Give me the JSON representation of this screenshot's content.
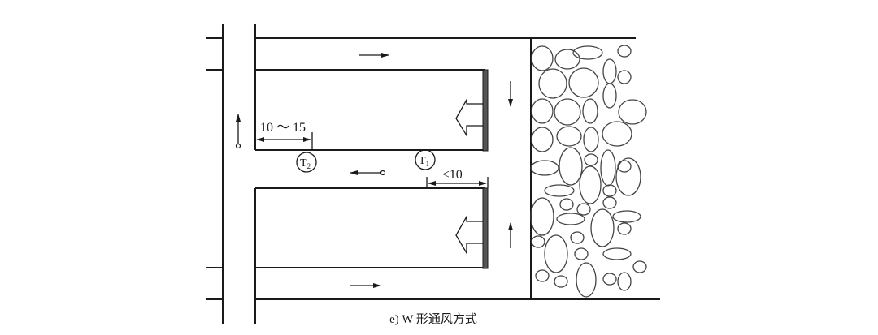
{
  "caption": "e) W 形通风方式",
  "labels": {
    "dim_left": "10 ～ 15",
    "dim_right": "≤10",
    "t1_main": "T",
    "t1_sub": "1",
    "t2_main": "T",
    "t2_sub": "2"
  }
}
